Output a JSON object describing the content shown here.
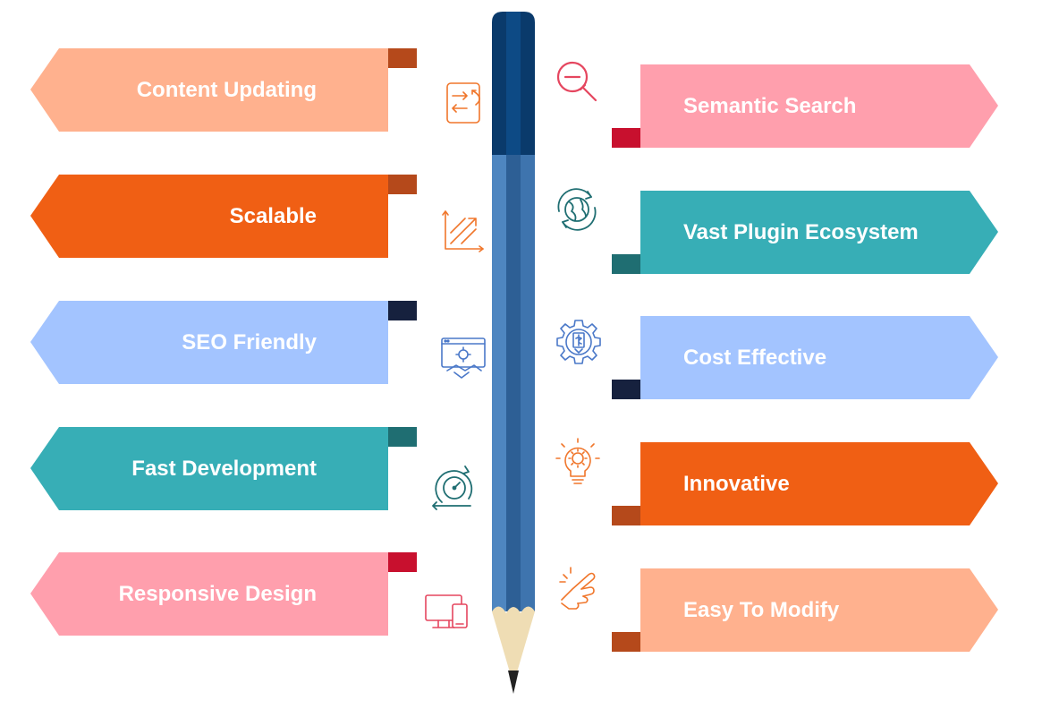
{
  "left_items": [
    {
      "label": "Content Updating",
      "color": "#FFB18E",
      "fold": "#B5491B",
      "icon": "document-swap-icon"
    },
    {
      "label": "Scalable",
      "color": "#F05F14",
      "fold": "#B5491B",
      "icon": "growth-chart-icon"
    },
    {
      "label": "SEO Friendly",
      "color": "#A3C4FF",
      "fold": "#16213E",
      "icon": "seo-handshake-icon"
    },
    {
      "label": "Fast Development",
      "color": "#37AEB6",
      "fold": "#1F6E72",
      "icon": "speedometer-icon"
    },
    {
      "label": "Responsive Design",
      "color": "#FF9FAD",
      "fold": "#C8102E",
      "icon": "devices-icon"
    }
  ],
  "right_items": [
    {
      "label": "Semantic Search",
      "color": "#FF9FAD",
      "fold": "#C8102E",
      "icon": "zoom-out-search-icon"
    },
    {
      "label": "Vast Plugin Ecosystem",
      "color": "#37AEB6",
      "fold": "#1F6E72",
      "icon": "globe-cycle-icon"
    },
    {
      "label": "Cost Effective",
      "color": "#A3C4FF",
      "fold": "#16213E",
      "icon": "dollar-gear-icon"
    },
    {
      "label": "Innovative",
      "color": "#F05F14",
      "fold": "#B5491B",
      "icon": "lightbulb-gear-icon"
    },
    {
      "label": "Easy To Modify",
      "color": "#FFB18E",
      "fold": "#B5491B",
      "icon": "hand-tap-icon"
    }
  ],
  "pencil": {
    "cap_color": "#0A3A6B",
    "body_light": "#4E86C0",
    "body_dark": "#2D5F95",
    "wood_color": "#EFDDB4",
    "tip_color": "#222222"
  }
}
